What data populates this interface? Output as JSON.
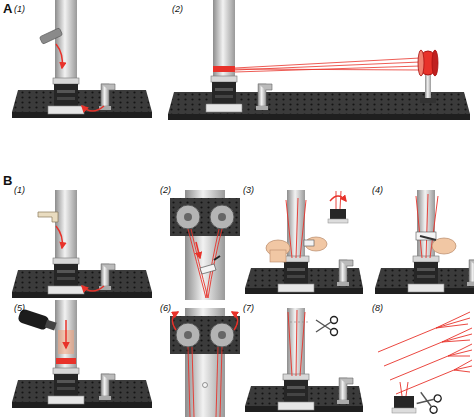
{
  "diagram": {
    "labels": [
      "A",
      "(1)",
      "(2)",
      "B",
      "(1)",
      "(2)",
      "(3)",
      "(4)",
      "(5)",
      "(6)",
      "(7)",
      "(8)"
    ]
  }
}
